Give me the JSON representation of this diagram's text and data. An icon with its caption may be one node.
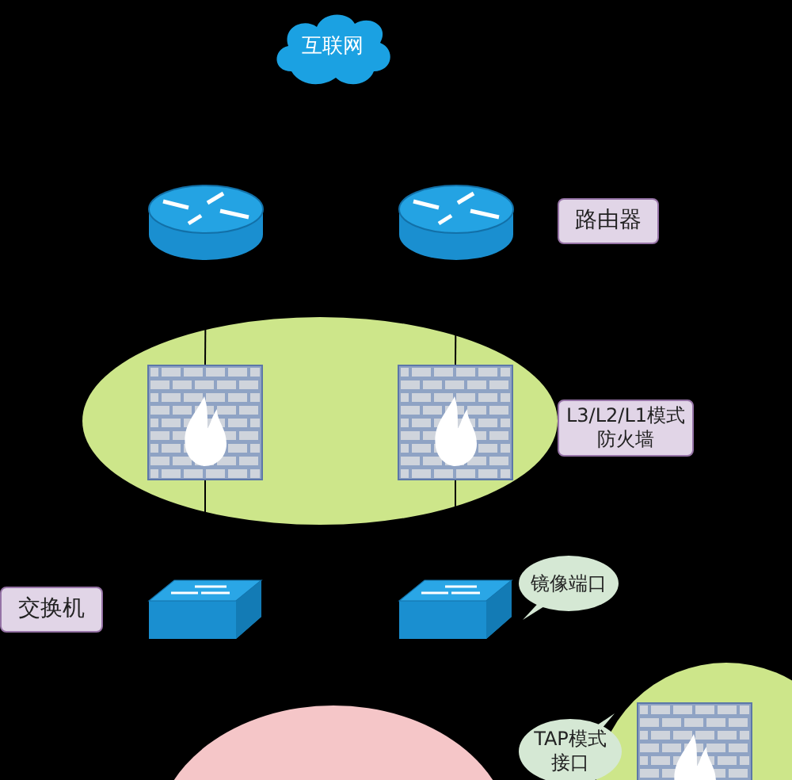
{
  "diagram": {
    "nodes": [
      {
        "text": [
          "互联网"
        ]
      },
      {
        "text": [],
        "shape": "cylinder"
      },
      {
        "text": [],
        "shape": "cylinder"
      },
      {
        "text": [
          "路由器"
        ]
      },
      {
        "text": [],
        "shape": "ellipse"
      },
      {
        "text": [],
        "shape": "picture",
        "in": 4
      },
      {
        "text": [],
        "shape": "picture",
        "in": 4
      },
      {
        "text": [
          "L3/L2/L1模式防火墙"
        ]
      },
      {
        "text": [
          "交换机"
        ]
      },
      {
        "text": [],
        "shape": "box"
      },
      {
        "text": [],
        "shape": "box"
      },
      {
        "text": [
          "镜像端口"
        ]
      },
      {
        "text": [],
        "shape": "circle"
      },
      {
        "text": [],
        "shape": "picture",
        "in": 12
      },
      {
        "text": [
          "TAP模式接口"
        ]
      },
      {
        "text": [],
        "shape": "ellipse"
      }
    ],
    "edges": [
      {
        "from": 1,
        "to": 5,
        "arrow": "none"
      },
      {
        "from": 2,
        "to": 6,
        "arrow": "none"
      },
      {
        "from": 5,
        "to": 9,
        "arrow": "none"
      },
      {
        "from": 6,
        "to": 10,
        "arrow": "none"
      }
    ]
  }
}
